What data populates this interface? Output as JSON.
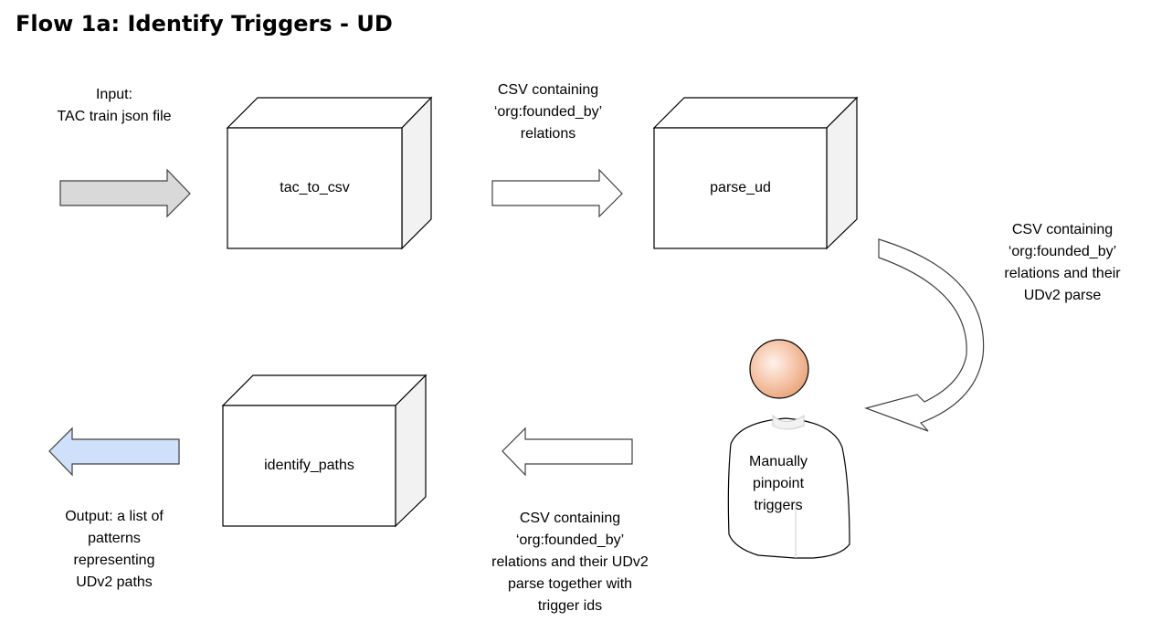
{
  "title": "Flow 1a: Identify Triggers - UD",
  "input_label": [
    "Input:",
    "TAC train json file"
  ],
  "boxes": {
    "tac_to_csv": "tac_to_csv",
    "parse_ud": "parse_ud",
    "identify_paths": "identify_paths"
  },
  "edge_labels": {
    "csv_founded_by": [
      "CSV containing",
      "‘org:founded_by’",
      "relations"
    ],
    "csv_with_parse": [
      "CSV containing",
      "‘org:founded_by’",
      "relations and their",
      "UDv2 parse"
    ],
    "csv_with_triggers": [
      "CSV containing",
      "‘org:founded_by’",
      "relations and their UDv2",
      "parse together with",
      "trigger ids"
    ]
  },
  "person_label": [
    "Manually",
    "pinpoint",
    "triggers"
  ],
  "output_label": [
    "Output: a list of",
    "patterns",
    "representing",
    "UDv2 paths"
  ],
  "colors": {
    "input_arrow": "#d9d9d9",
    "output_arrow": "#cfe0fb",
    "box_side": "#f2f2f2",
    "head": "#e8a37a"
  }
}
